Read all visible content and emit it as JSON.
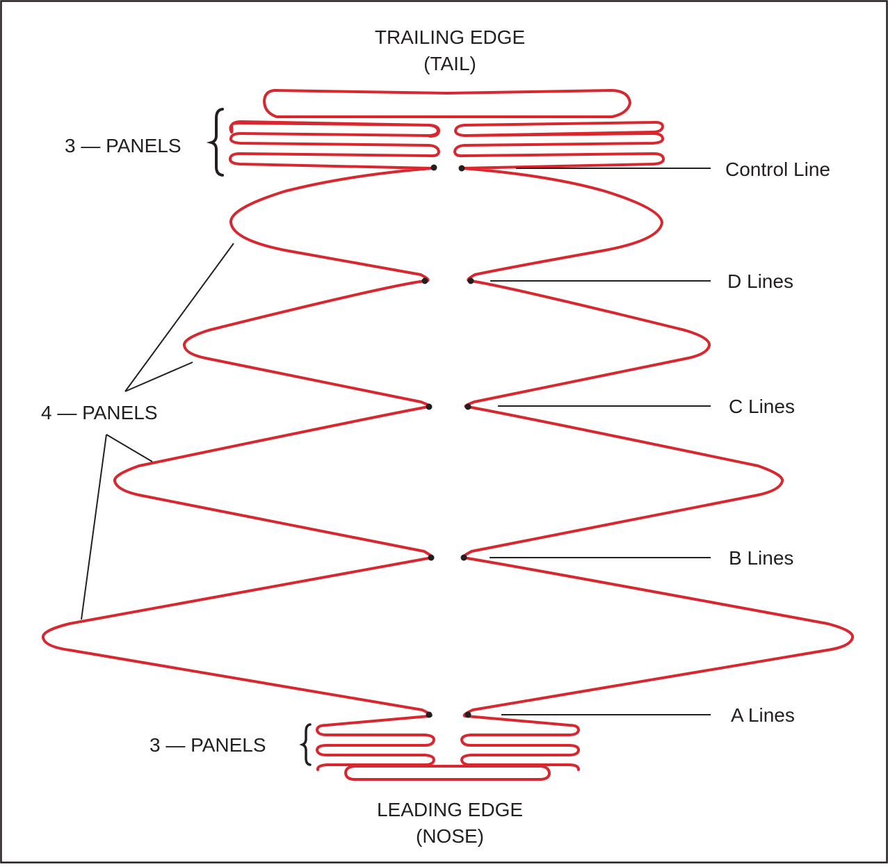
{
  "colors": {
    "fold_line": "#d7282f",
    "ink": "#231f20",
    "frame": "#231f20"
  },
  "labels": {
    "trailing_edge": "TRAILING EDGE",
    "tail": "(TAIL)",
    "leading_edge": "LEADING EDGE",
    "nose": "(NOSE)",
    "top_panels": "3 — PANELS",
    "middle_panels": "4 — PANELS",
    "bottom_panels": "3 — PANELS",
    "control_line": "Control Line",
    "d_lines": "D Lines",
    "c_lines": "C Lines",
    "b_lines": "B Lines",
    "a_lines": "A Lines"
  }
}
